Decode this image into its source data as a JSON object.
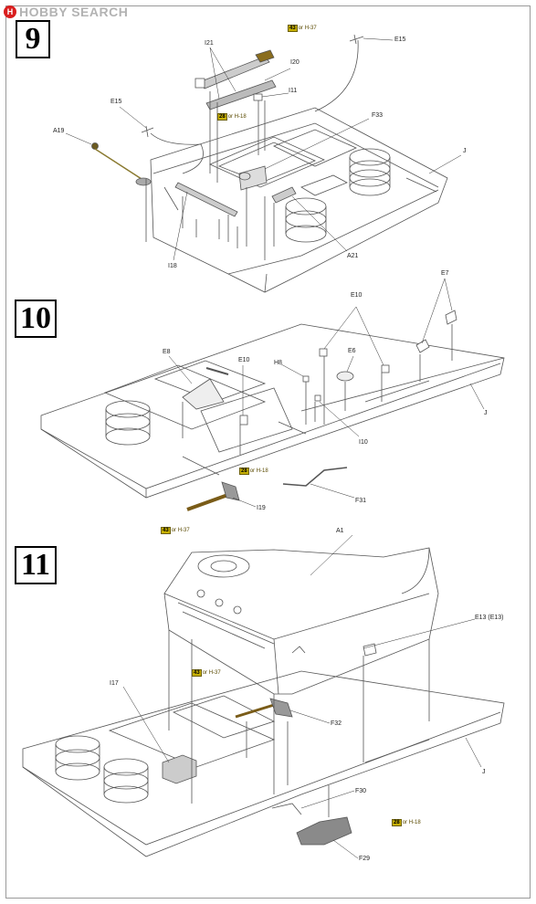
{
  "brand": {
    "logo_letter": "H",
    "name": "HOBBY SEARCH"
  },
  "steps": [
    {
      "number": "9"
    },
    {
      "number": "10"
    },
    {
      "number": "11"
    }
  ],
  "step9": {
    "parts": [
      "I21",
      "I20",
      "I11",
      "E15",
      "E15",
      "A19",
      "F33",
      "J",
      "A21",
      "I18"
    ],
    "paint1": {
      "chip": "43",
      "text": "or H-37"
    },
    "paint2": {
      "chip": "28",
      "text": "or H-18"
    }
  },
  "step10": {
    "parts": [
      "E8",
      "E10",
      "H8",
      "E10",
      "E6",
      "E7",
      "J",
      "I10",
      "F31",
      "I19"
    ],
    "paint1": {
      "chip": "28",
      "text": "or H-18"
    },
    "paint2": {
      "chip": "43",
      "text": "or H-37"
    }
  },
  "step11": {
    "parts": [
      "A1",
      "E13 (E13)",
      "I17",
      "F32",
      "J",
      "F30",
      "F29"
    ],
    "paint1": {
      "chip": "43",
      "text": "or H-37"
    },
    "paint2": {
      "chip": "28",
      "text": "or H-18"
    }
  }
}
